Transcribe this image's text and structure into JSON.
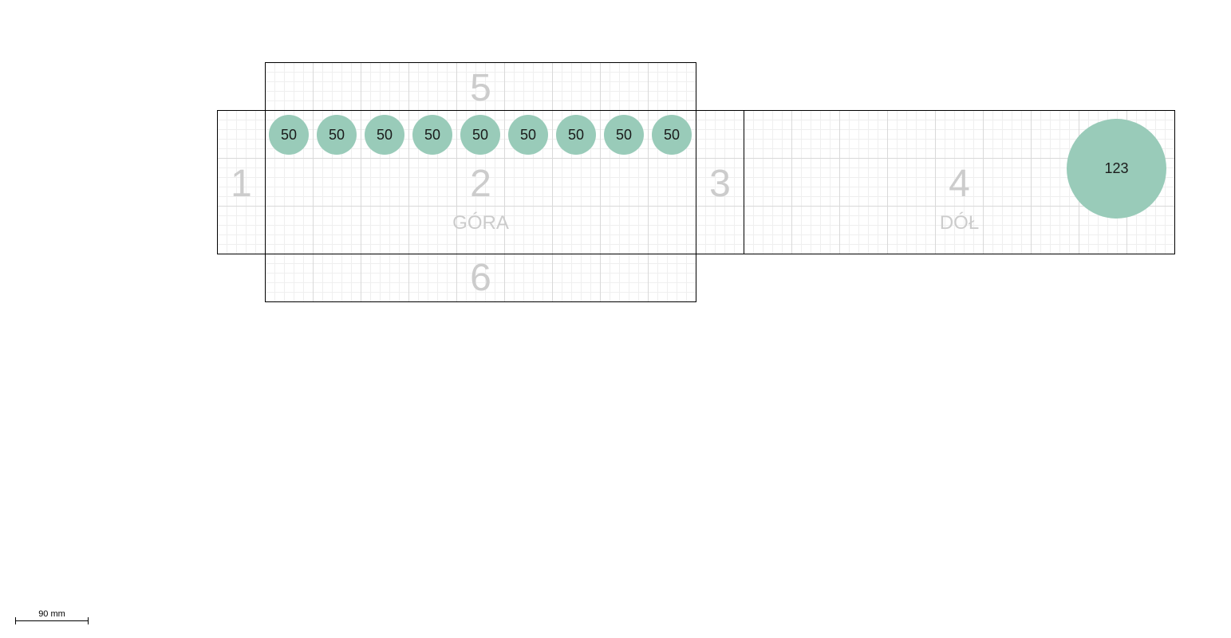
{
  "panels": {
    "panel_1": {
      "number": "1"
    },
    "panel_2": {
      "number": "2",
      "label": "GÓRA"
    },
    "panel_3": {
      "number": "3"
    },
    "panel_4": {
      "number": "4",
      "label": "DÓŁ"
    },
    "panel_5": {
      "number": "5"
    },
    "panel_6": {
      "number": "6"
    }
  },
  "small_circles": [
    "50",
    "50",
    "50",
    "50",
    "50",
    "50",
    "50",
    "50",
    "50"
  ],
  "large_circle": {
    "label": "123"
  },
  "scale_bar": {
    "label": "90 mm"
  },
  "colors": {
    "circle_fill": "#99cbb9",
    "panel_border": "#000000",
    "grid_major": "#d9d9d9",
    "grid_minor": "#efefef",
    "panel_text": "#cccccc"
  }
}
